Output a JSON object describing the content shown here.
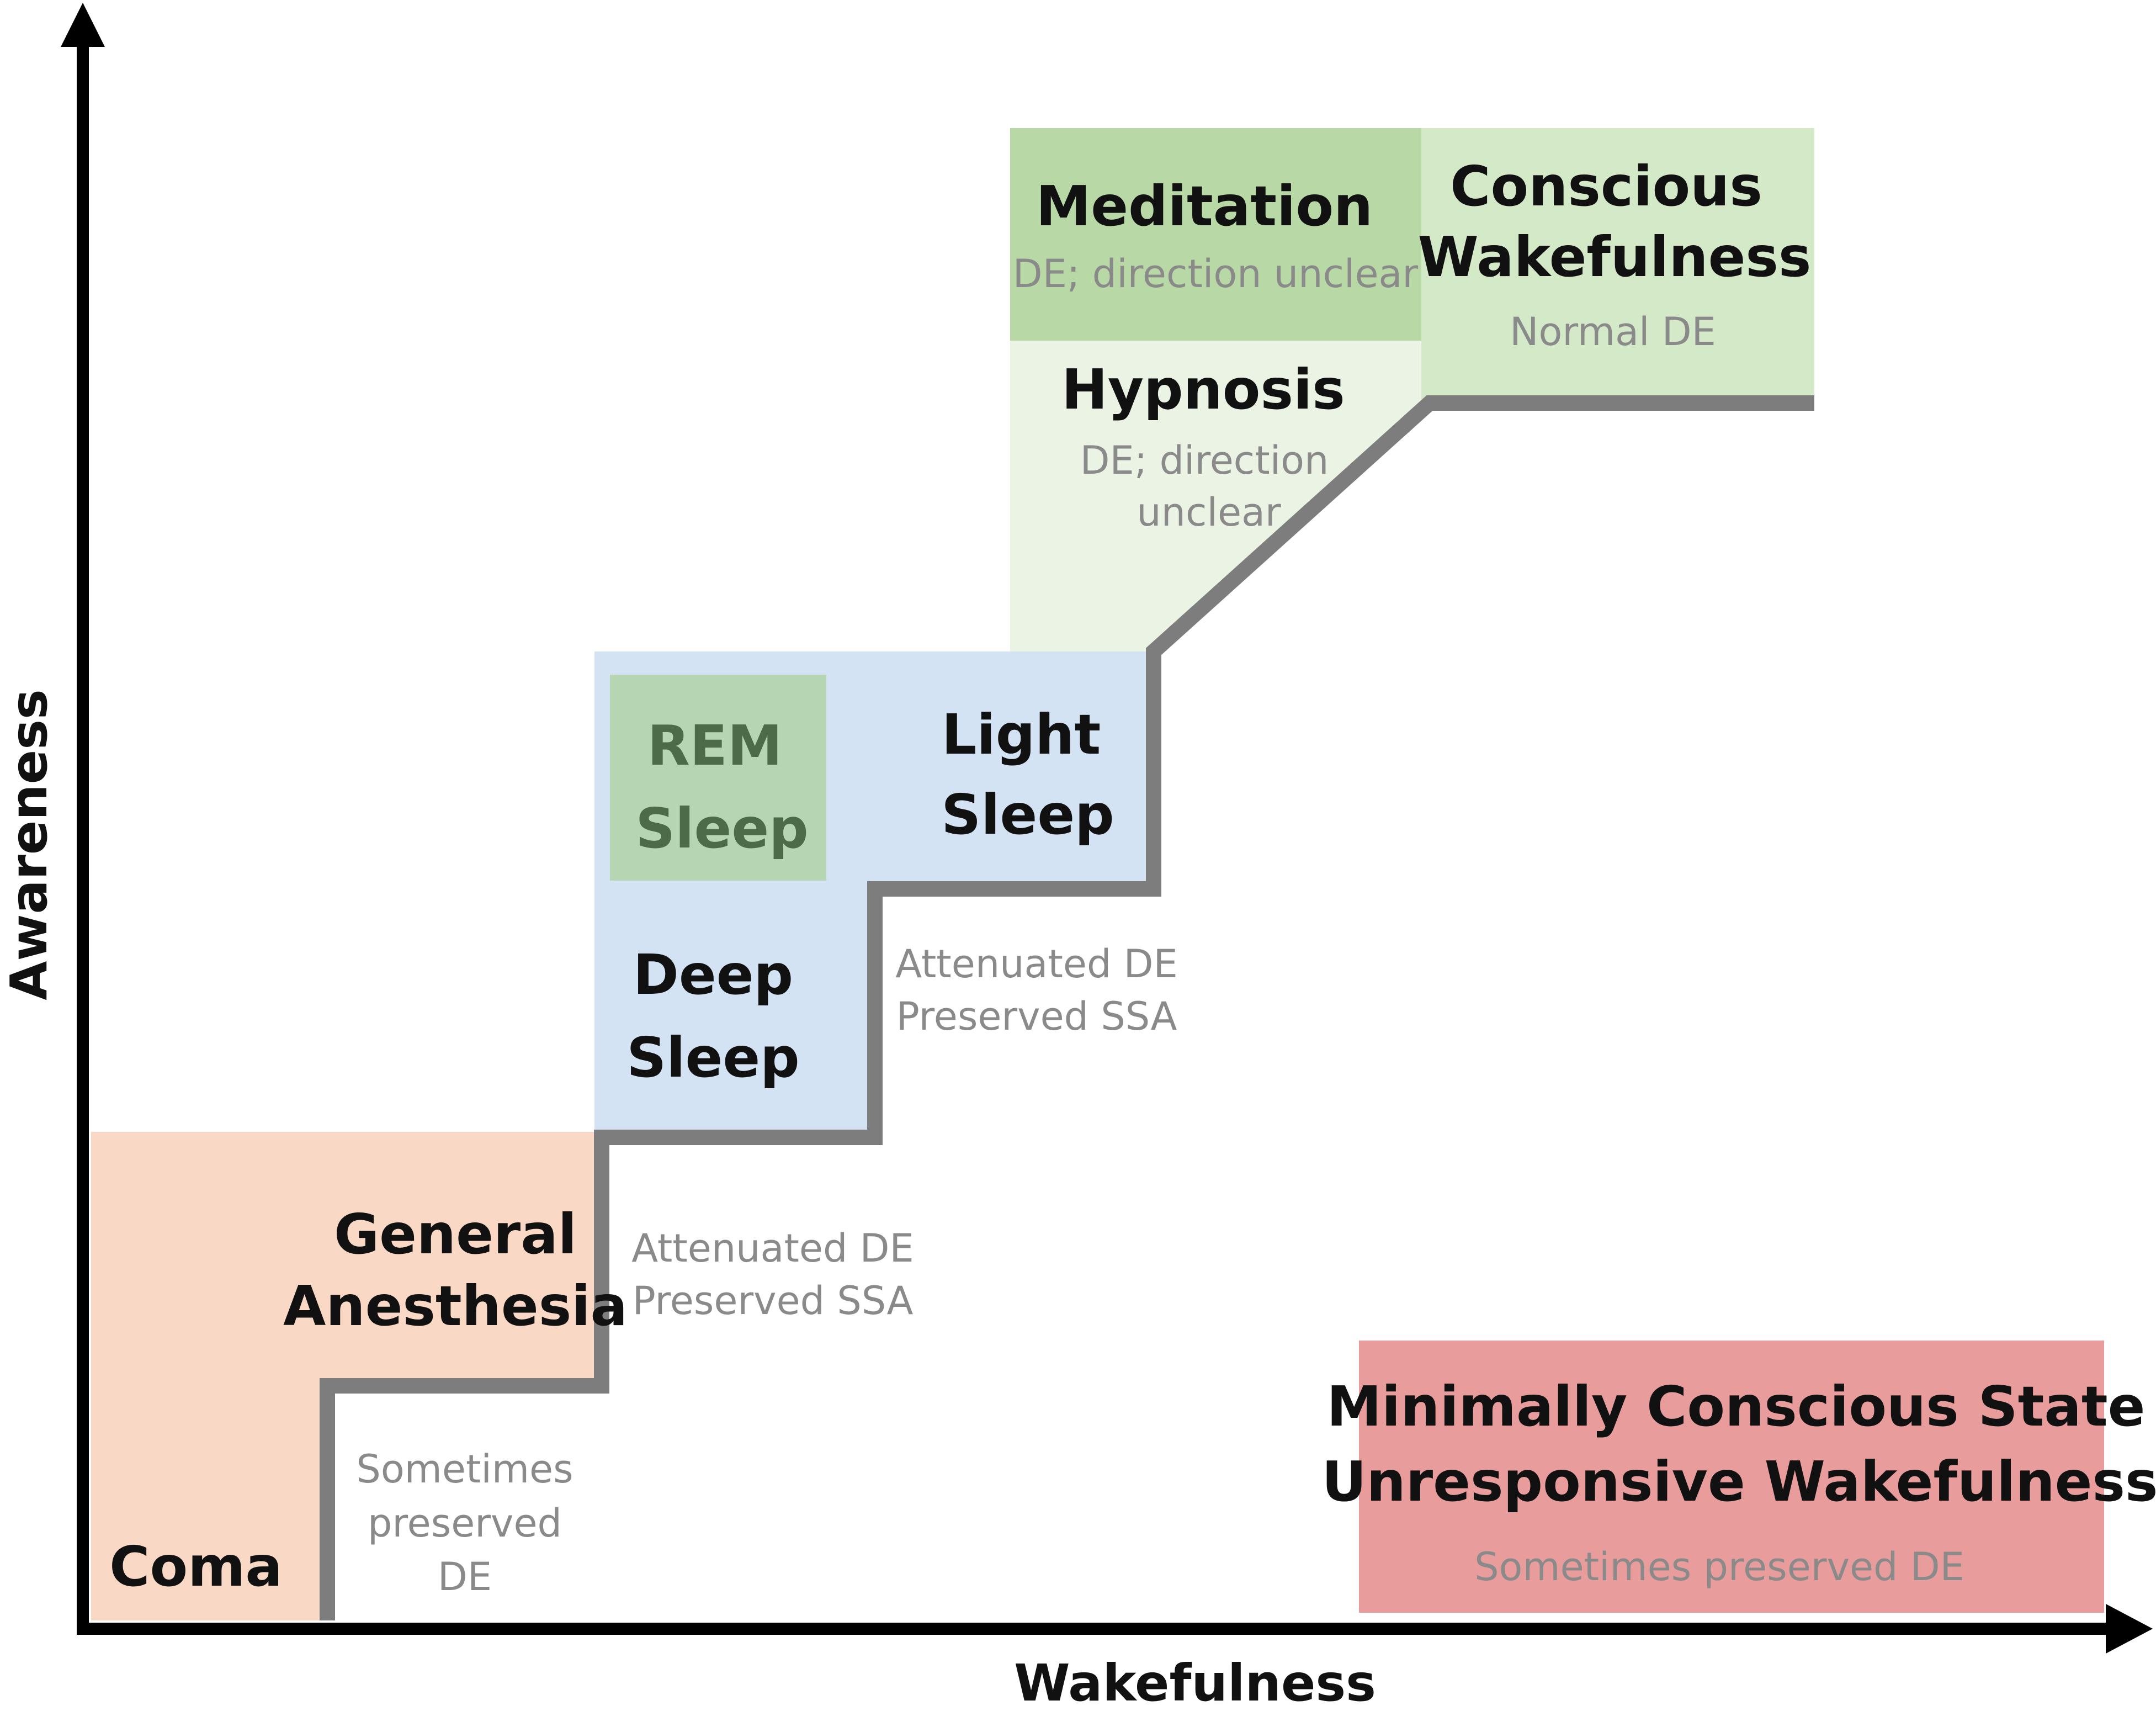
{
  "axes": {
    "x_label": "Wakefulness",
    "y_label": "Awareness"
  },
  "colors": {
    "coma_region": "#f9d9c6",
    "sleep_region": "#d4e3f3",
    "rem_box": "#b6d5b3",
    "meditation_box": "#b8d8a6",
    "wakefulness_box": "#d4e9c8",
    "hypnosis_box": "#ebf3e5",
    "mcs_box": "#e89c9c",
    "staircase": "#7d7d7d",
    "axes": "#000000",
    "subtext": "#8a8a8a",
    "rem_text": "#4d6b49"
  },
  "states": {
    "coma": {
      "title": "Coma"
    },
    "general_anesthesia": {
      "title_line1": "General",
      "title_line2": "Anesthesia"
    },
    "deep_sleep": {
      "title_line1": "Deep",
      "title_line2": "Sleep"
    },
    "rem_sleep": {
      "title_line1": "REM",
      "title_line2": "Sleep"
    },
    "light_sleep": {
      "title_line1": "Light",
      "title_line2": "Sleep"
    },
    "hypnosis": {
      "title": "Hypnosis",
      "note_line1": "DE; direction",
      "note_line2": "unclear"
    },
    "meditation": {
      "title": "Meditation",
      "note": "DE; direction unclear"
    },
    "conscious_wakefulness": {
      "title_line1": "Conscious",
      "title_line2": "Wakefulness",
      "note": "Normal DE"
    },
    "mcs": {
      "title_line1": "Minimally Conscious State",
      "title_line2": "Unresponsive Wakefulness",
      "note": "Sometimes preserved DE"
    }
  },
  "annotations": {
    "coma_step": {
      "line1": "Sometimes",
      "line2": "preserved",
      "line3": "DE"
    },
    "anesthesia_step": {
      "line1": "Attenuated DE",
      "line2": "Preserved SSA"
    },
    "deep_sleep_step": {
      "line1": "Attenuated DE",
      "line2": "Preserved SSA"
    }
  }
}
